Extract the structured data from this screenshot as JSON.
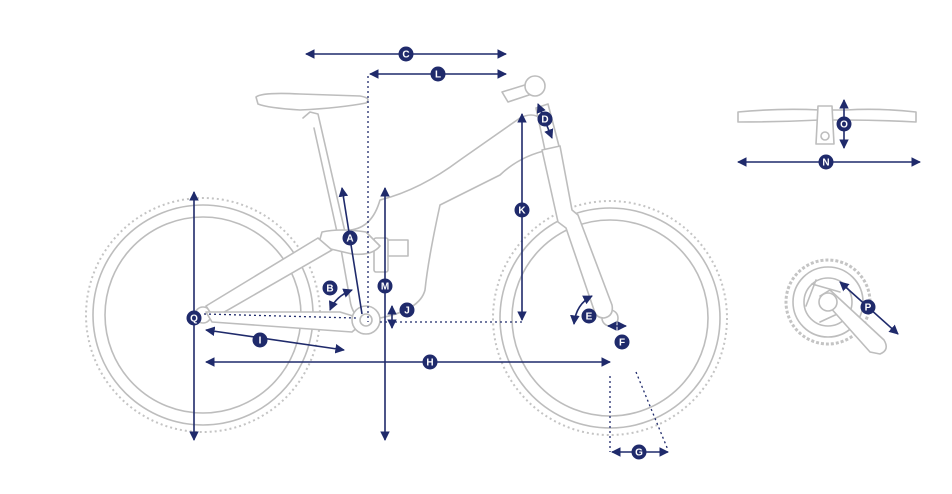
{
  "labels": {
    "A": "A",
    "B": "B",
    "C": "C",
    "D": "D",
    "E": "E",
    "F": "F",
    "G": "G",
    "H": "H",
    "I": "I",
    "J": "J",
    "K": "K",
    "L": "L",
    "M": "M",
    "N": "N",
    "O": "O",
    "P": "P",
    "Q": "Q"
  },
  "colors": {
    "accent": "#1f2a6b",
    "outline": "#bdbdbd"
  }
}
